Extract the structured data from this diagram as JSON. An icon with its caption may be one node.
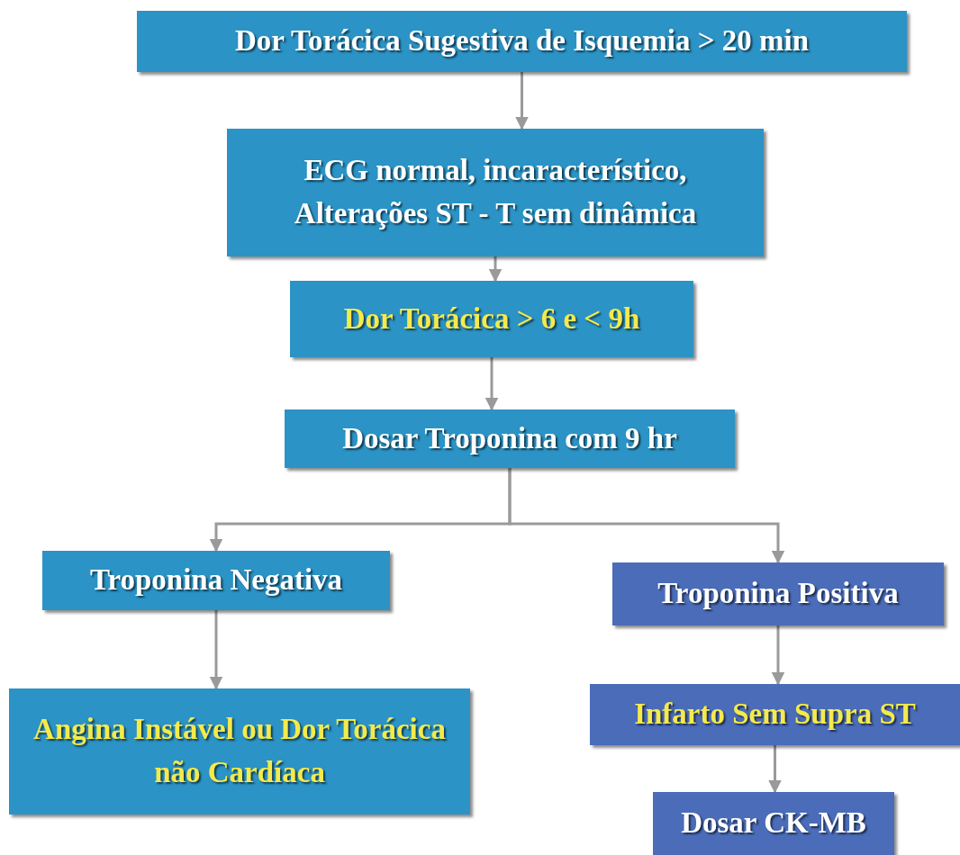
{
  "diagram": {
    "nodes": [
      {
        "text": [
          "Dor Torácica Sugestiva de Isquemia > 20 min"
        ]
      },
      {
        "text": [
          "ECG normal, incaracterístico, Alterações ST - T sem dinâmica"
        ]
      },
      {
        "text": [
          "Dor Torácica > 6 e < 9h"
        ]
      },
      {
        "text": [
          "Dosar Troponina com 9 hr"
        ]
      },
      {
        "text": [
          "Troponina Negativa"
        ]
      },
      {
        "text": [
          "Troponina Positiva"
        ]
      },
      {
        "text": [
          "Angina Instável ou Dor Torácica não Cardíaca"
        ]
      },
      {
        "text": [
          "Infarto Sem Supra ST"
        ]
      },
      {
        "text": [
          "Dosar CK-MB"
        ]
      }
    ],
    "edges": [
      {
        "from": 0,
        "to": 1,
        "arrow": "to"
      },
      {
        "from": 1,
        "to": 2,
        "arrow": "to"
      },
      {
        "from": 2,
        "to": 3,
        "arrow": "to"
      },
      {
        "from": 3,
        "to": 4,
        "arrow": "to"
      },
      {
        "from": 3,
        "to": 5,
        "arrow": "to"
      },
      {
        "from": 4,
        "to": 6,
        "arrow": "to"
      },
      {
        "from": 5,
        "to": 7,
        "arrow": "to"
      },
      {
        "from": 7,
        "to": 8,
        "arrow": "to"
      }
    ]
  }
}
